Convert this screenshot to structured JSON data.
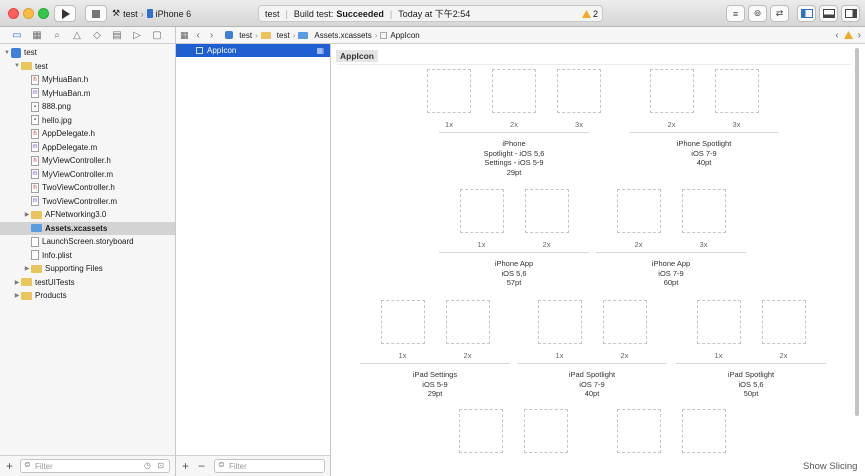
{
  "toolbar": {
    "scheme_target": "test",
    "scheme_device": "iPhone 6",
    "activity": {
      "project": "test",
      "status_prefix": "Build test:",
      "status_value": "Succeeded",
      "time": "Today at 下午2:54",
      "warning_count": "2"
    }
  },
  "jumpbar": {
    "crumbs": [
      "test",
      "test",
      "Assets.xcassets",
      "AppIcon"
    ]
  },
  "navigator": {
    "items": [
      {
        "label": "test",
        "type": "project",
        "indent": 0,
        "disclosure": "open"
      },
      {
        "label": "test",
        "type": "folder",
        "indent": 1,
        "disclosure": "open"
      },
      {
        "label": "MyHuaBan.h",
        "type": "h",
        "indent": 2
      },
      {
        "label": "MyHuaBan.m",
        "type": "m",
        "indent": 2
      },
      {
        "label": "888.png",
        "type": "img",
        "indent": 2
      },
      {
        "label": "hello.jpg",
        "type": "img",
        "indent": 2
      },
      {
        "label": "AppDelegate.h",
        "type": "h",
        "indent": 2
      },
      {
        "label": "AppDelegate.m",
        "type": "m",
        "indent": 2
      },
      {
        "label": "MyViewController.h",
        "type": "h",
        "indent": 2
      },
      {
        "label": "MyViewController.m",
        "type": "m",
        "indent": 2
      },
      {
        "label": "TwoViewController.h",
        "type": "h",
        "indent": 2
      },
      {
        "label": "TwoViewController.m",
        "type": "m",
        "indent": 2
      },
      {
        "label": "AFNetworking3.0",
        "type": "folder",
        "indent": 2,
        "disclosure": "closed"
      },
      {
        "label": "Assets.xcassets",
        "type": "assets",
        "indent": 2,
        "selected": true
      },
      {
        "label": "LaunchScreen.storyboard",
        "type": "file",
        "indent": 2
      },
      {
        "label": "Info.plist",
        "type": "file",
        "indent": 2
      },
      {
        "label": "Supporting Files",
        "type": "folder",
        "indent": 2,
        "disclosure": "closed"
      },
      {
        "label": "testUITests",
        "type": "folder",
        "indent": 1,
        "disclosure": "closed"
      },
      {
        "label": "Products",
        "type": "folder",
        "indent": 1,
        "disclosure": "closed"
      }
    ],
    "filter_placeholder": "Filter"
  },
  "asset_list": {
    "selected": "AppIcon",
    "filter_placeholder": "Filter"
  },
  "canvas": {
    "set_name": "AppIcon",
    "show_slicing": "Show Slicing",
    "groups": [
      {
        "lines": [
          "iPhone",
          "Spotlight - iOS 5,6",
          "Settings - iOS 5-9",
          "29pt"
        ],
        "scales": [
          "1x",
          "2x",
          "3x"
        ]
      },
      {
        "lines": [
          "iPhone Spotlight",
          "iOS 7-9",
          "40pt"
        ],
        "scales": [
          "2x",
          "3x"
        ]
      },
      {
        "lines": [
          "iPhone App",
          "iOS 5,6",
          "57pt"
        ],
        "scales": [
          "1x",
          "2x"
        ]
      },
      {
        "lines": [
          "iPhone App",
          "iOS 7-9",
          "60pt"
        ],
        "scales": [
          "2x",
          "3x"
        ]
      },
      {
        "lines": [
          "iPad Settings",
          "iOS 5-9",
          "29pt"
        ],
        "scales": [
          "1x",
          "2x"
        ]
      },
      {
        "lines": [
          "iPad Spotlight",
          "iOS 7-9",
          "40pt"
        ],
        "scales": [
          "1x",
          "2x"
        ]
      },
      {
        "lines": [
          "iPad Spotlight",
          "iOS 5,6",
          "50pt"
        ],
        "scales": [
          "1x",
          "2x"
        ]
      }
    ]
  }
}
